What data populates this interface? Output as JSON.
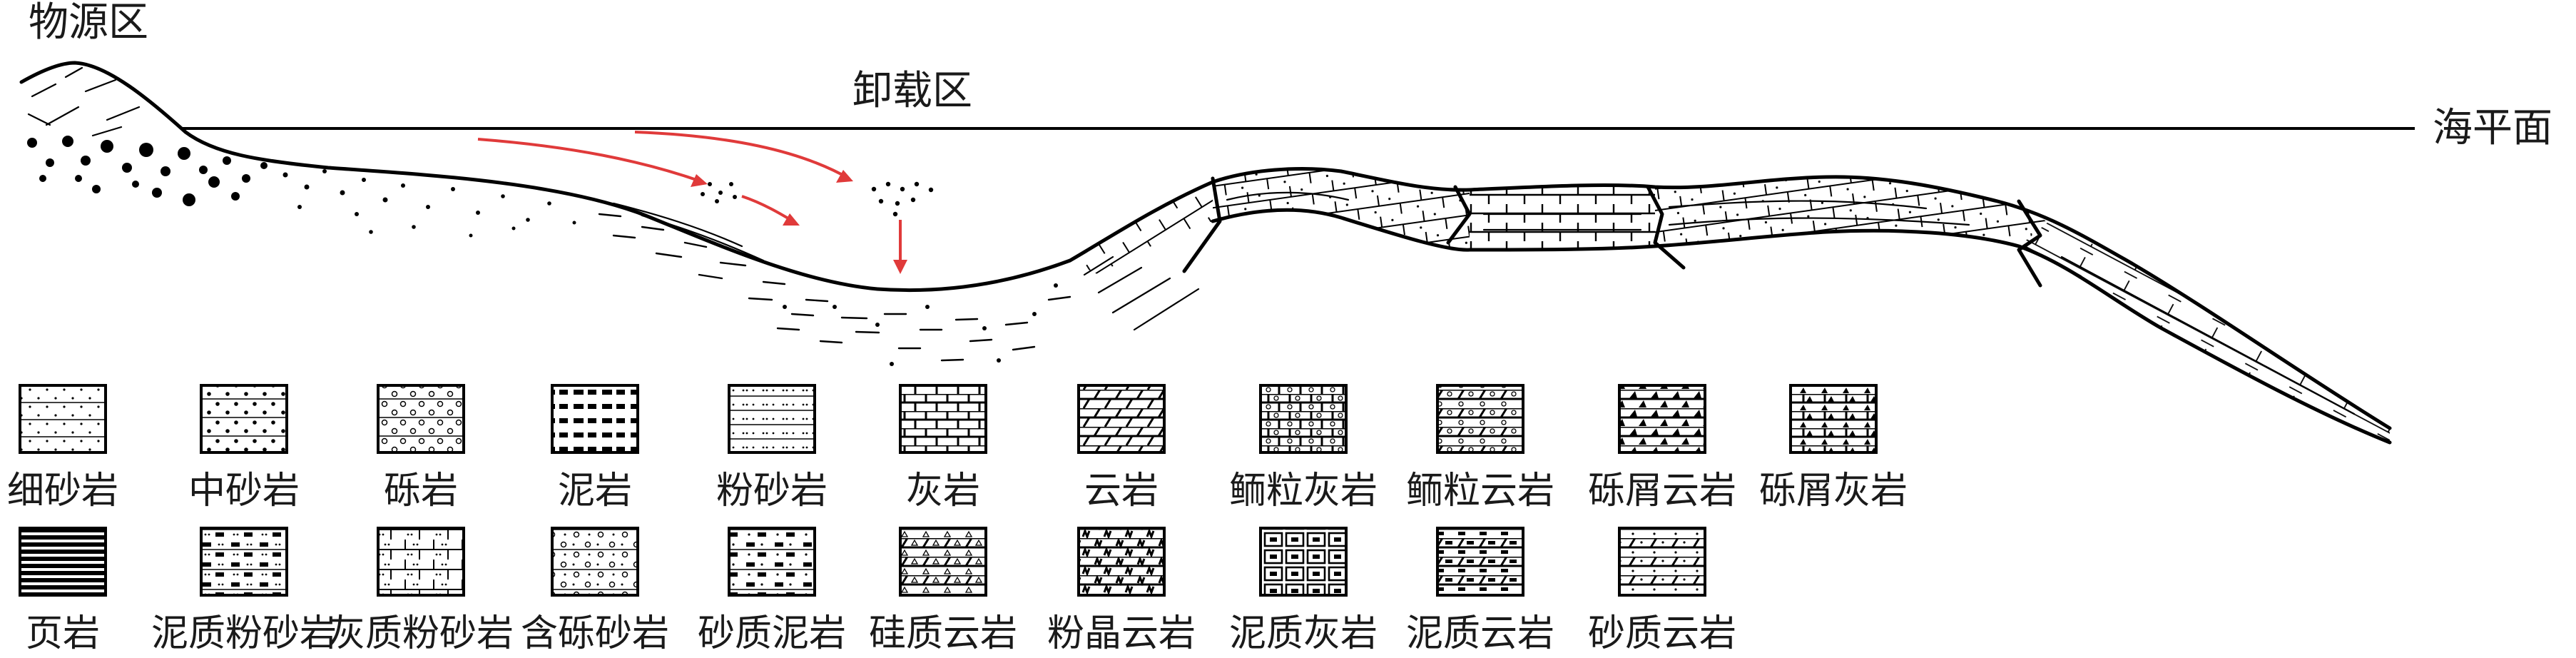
{
  "labels": {
    "source_area": "物源区",
    "unloading_area": "卸载区",
    "sea_level": "海平面"
  },
  "legend": {
    "row1": [
      {
        "label": "细砂岩",
        "pattern": "fine-sandstone"
      },
      {
        "label": "中砂岩",
        "pattern": "medium-sandstone"
      },
      {
        "label": "砾岩",
        "pattern": "conglomerate"
      },
      {
        "label": "泥岩",
        "pattern": "mudstone"
      },
      {
        "label": "粉砂岩",
        "pattern": "siltstone"
      },
      {
        "label": "灰岩",
        "pattern": "limestone"
      },
      {
        "label": "云岩",
        "pattern": "dolomite"
      },
      {
        "label": "鲕粒灰岩",
        "pattern": "oolitic-limestone"
      },
      {
        "label": "鲕粒云岩",
        "pattern": "oolitic-dolomite"
      },
      {
        "label": "砾屑云岩",
        "pattern": "gravel-dolomite"
      },
      {
        "label": "砾屑灰岩",
        "pattern": "gravel-limestone"
      }
    ],
    "row2": [
      {
        "label": "页岩",
        "pattern": "shale"
      },
      {
        "label": "泥质粉砂岩",
        "pattern": "muddy-siltstone"
      },
      {
        "label": "灰质粉砂岩",
        "pattern": "calcareous-siltstone"
      },
      {
        "label": "含砾砂岩",
        "pattern": "pebbly-sandstone"
      },
      {
        "label": "砂质泥岩",
        "pattern": "sandy-mudstone"
      },
      {
        "label": "硅质云岩",
        "pattern": "siliceous-dolomite"
      },
      {
        "label": "粉晶云岩",
        "pattern": "microcrystalline-dolomite"
      },
      {
        "label": "泥质灰岩",
        "pattern": "muddy-limestone"
      },
      {
        "label": "泥质云岩",
        "pattern": "muddy-dolomite"
      },
      {
        "label": "砂质云岩",
        "pattern": "sandy-dolomite"
      }
    ]
  },
  "colors": {
    "ink": "#000000",
    "arrow": "#e03a3a",
    "background": "#ffffff"
  }
}
